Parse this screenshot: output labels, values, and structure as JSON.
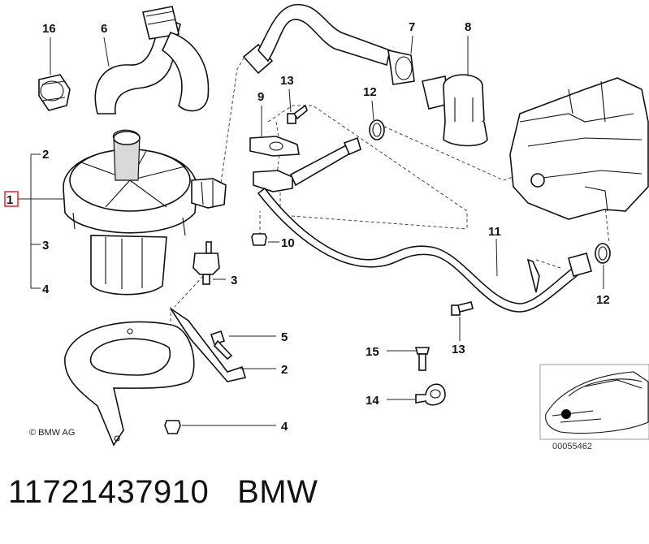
{
  "diagram": {
    "selected_part": "1",
    "copyright": "© BMW AG",
    "callouts": {
      "pump": "1",
      "pump_cover": "2",
      "pump_motor": "3",
      "pump_bracket_lower": "4",
      "hose_short": "6",
      "ring": "16",
      "valve_hose": "7",
      "valve": "8",
      "gasket": "9",
      "bolt_top": "13",
      "seal_top": "12",
      "grommet": "10",
      "pipe": "11",
      "seal_right": "12",
      "bolt_right": "13",
      "mount": "3",
      "bolt_bracket": "5",
      "bracket": "2",
      "rubber_foot": "4",
      "screw": "15",
      "clip": "14"
    }
  },
  "thumbnail": {
    "code": "00055462"
  },
  "footer": {
    "part_number": "11721437910",
    "brand": "BMW"
  }
}
